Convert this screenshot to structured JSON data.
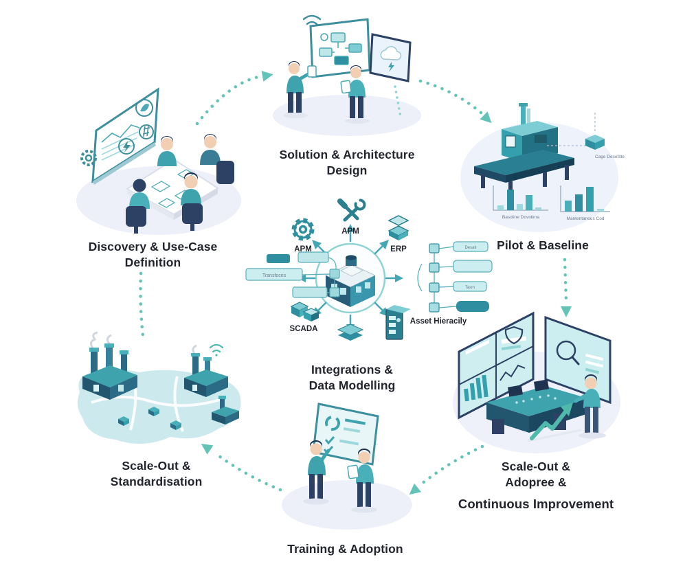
{
  "page": {
    "background": "#ffffff"
  },
  "palette": {
    "teal_dark": "#2f8fa0",
    "teal_mid": "#3fa3ae",
    "teal_light": "#bfe7ea",
    "navy": "#2c4163",
    "arrow_dots": "#63c3b6",
    "ellipse_bg": "#edf0f9",
    "label_text": "#22252d"
  },
  "stages": {
    "discovery": {
      "lines": [
        "Discovery & Use-Case",
        "Definition"
      ]
    },
    "solution": {
      "lines": [
        "Solution & Architecture",
        "Design"
      ]
    },
    "pilot": {
      "lines": [
        "Pilot & Baseline"
      ]
    },
    "improvement": {
      "lines": [
        "Scale-Out &",
        "Adopree &"
      ],
      "line3": "Continuous Improvement"
    },
    "training": {
      "lines": [
        "Training & Adoption"
      ]
    },
    "scaleout": {
      "lines": [
        "Scale-Out &",
        "Standardisation"
      ]
    }
  },
  "hub": {
    "lines": [
      "Integrations &",
      "Data Modelling"
    ],
    "gear_label": "APM",
    "wrench_label": "APM",
    "erp_label": "ERP",
    "scada_label": "SCADA",
    "tree_label": "Asset Hieracily",
    "left_box_label": "Transfoces",
    "tree_row1_label": "Desati",
    "tree_row3_label": "Tasm"
  },
  "pilot_detail": {
    "sensor_label": "Cage Desetitte",
    "charts": [
      {
        "caption": "Basoline Dovntima",
        "values": [
          1,
          4,
          1.2,
          2.8,
          0.6
        ]
      },
      {
        "caption": "Mantentanous Cod",
        "values": [
          2,
          3.2,
          5,
          0.5
        ]
      }
    ]
  }
}
